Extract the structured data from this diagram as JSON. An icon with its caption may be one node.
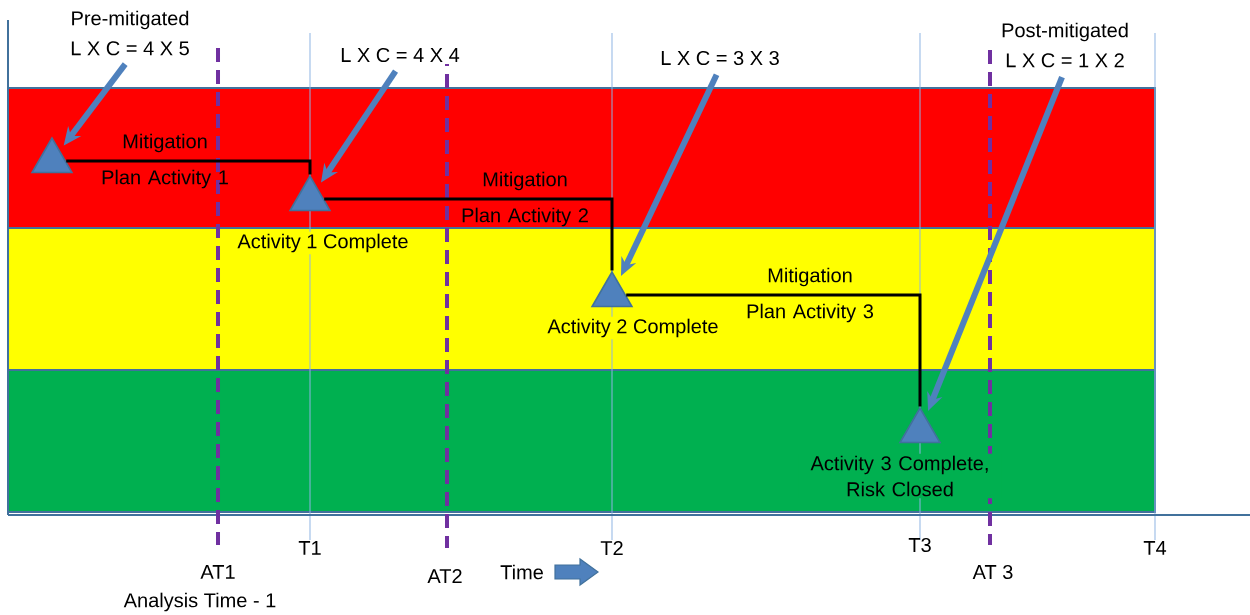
{
  "diagram": {
    "nodes": [
      {
        "text": [],
        "shape": "triangle"
      },
      {
        "text": [],
        "shape": "triangle",
        "beside": [
          "Activity 1 Complete"
        ]
      },
      {
        "text": [],
        "shape": "triangle",
        "beside": [
          "Activity 2 Complete"
        ]
      },
      {
        "text": [],
        "shape": "triangle",
        "beside": [
          "Activity 3 Complete, Risk Closed"
        ]
      },
      {
        "text": [
          "Pre-mitigated",
          "L X C = 4 X 5"
        ]
      },
      {
        "text": [
          "L X C = 4 X 4"
        ]
      },
      {
        "text": [
          "L X C = 3 X 3"
        ]
      },
      {
        "text": [
          "Post-mitigated",
          "L X C = 1 X 2"
        ]
      }
    ],
    "edges": [
      {
        "from": 0,
        "to": 1,
        "arrow": "none",
        "label": "Mitigation Plan Activity 1",
        "color": "#000000"
      },
      {
        "from": 1,
        "to": 2,
        "arrow": "none",
        "label": "Mitigation Plan Activity 2",
        "color": "#000000"
      },
      {
        "from": 2,
        "to": 3,
        "arrow": "none",
        "label": "Mitigation Plan Activity 3",
        "color": "#000000"
      },
      {
        "from": 4,
        "to": 0,
        "arrow": "to"
      },
      {
        "from": 5,
        "to": 1,
        "arrow": "to"
      },
      {
        "from": 6,
        "to": 2,
        "arrow": "to"
      },
      {
        "from": 7,
        "to": 3,
        "arrow": "to"
      }
    ],
    "labels": [
      "AT1",
      "Analysis Time - 1",
      "T1",
      "AT2",
      "Time",
      "T2",
      "T3",
      "AT 3",
      "T4"
    ]
  }
}
